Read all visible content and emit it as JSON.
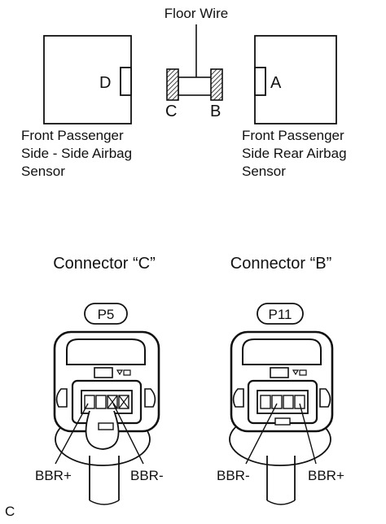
{
  "floor_wire": {
    "label": "Floor Wire",
    "left_connector": "C",
    "right_connector": "B"
  },
  "left_device": {
    "connector_letter": "D",
    "name_lines": [
      "Front Passenger",
      "Side - Side Airbag",
      "Sensor"
    ]
  },
  "right_device": {
    "connector_letter": "A",
    "name_lines": [
      "Front Passenger",
      "Side Rear Airbag",
      "Sensor"
    ]
  },
  "connectors": [
    {
      "title": "Connector “C”",
      "code": "P5",
      "pin_left": "BBR+",
      "pin_right": "BBR-"
    },
    {
      "title": "Connector “B”",
      "code": "P11",
      "pin_left": "BBR-",
      "pin_right": "BBR+"
    }
  ],
  "corner_mark": "C",
  "colors": {
    "line": "#111111",
    "background": "#ffffff"
  }
}
